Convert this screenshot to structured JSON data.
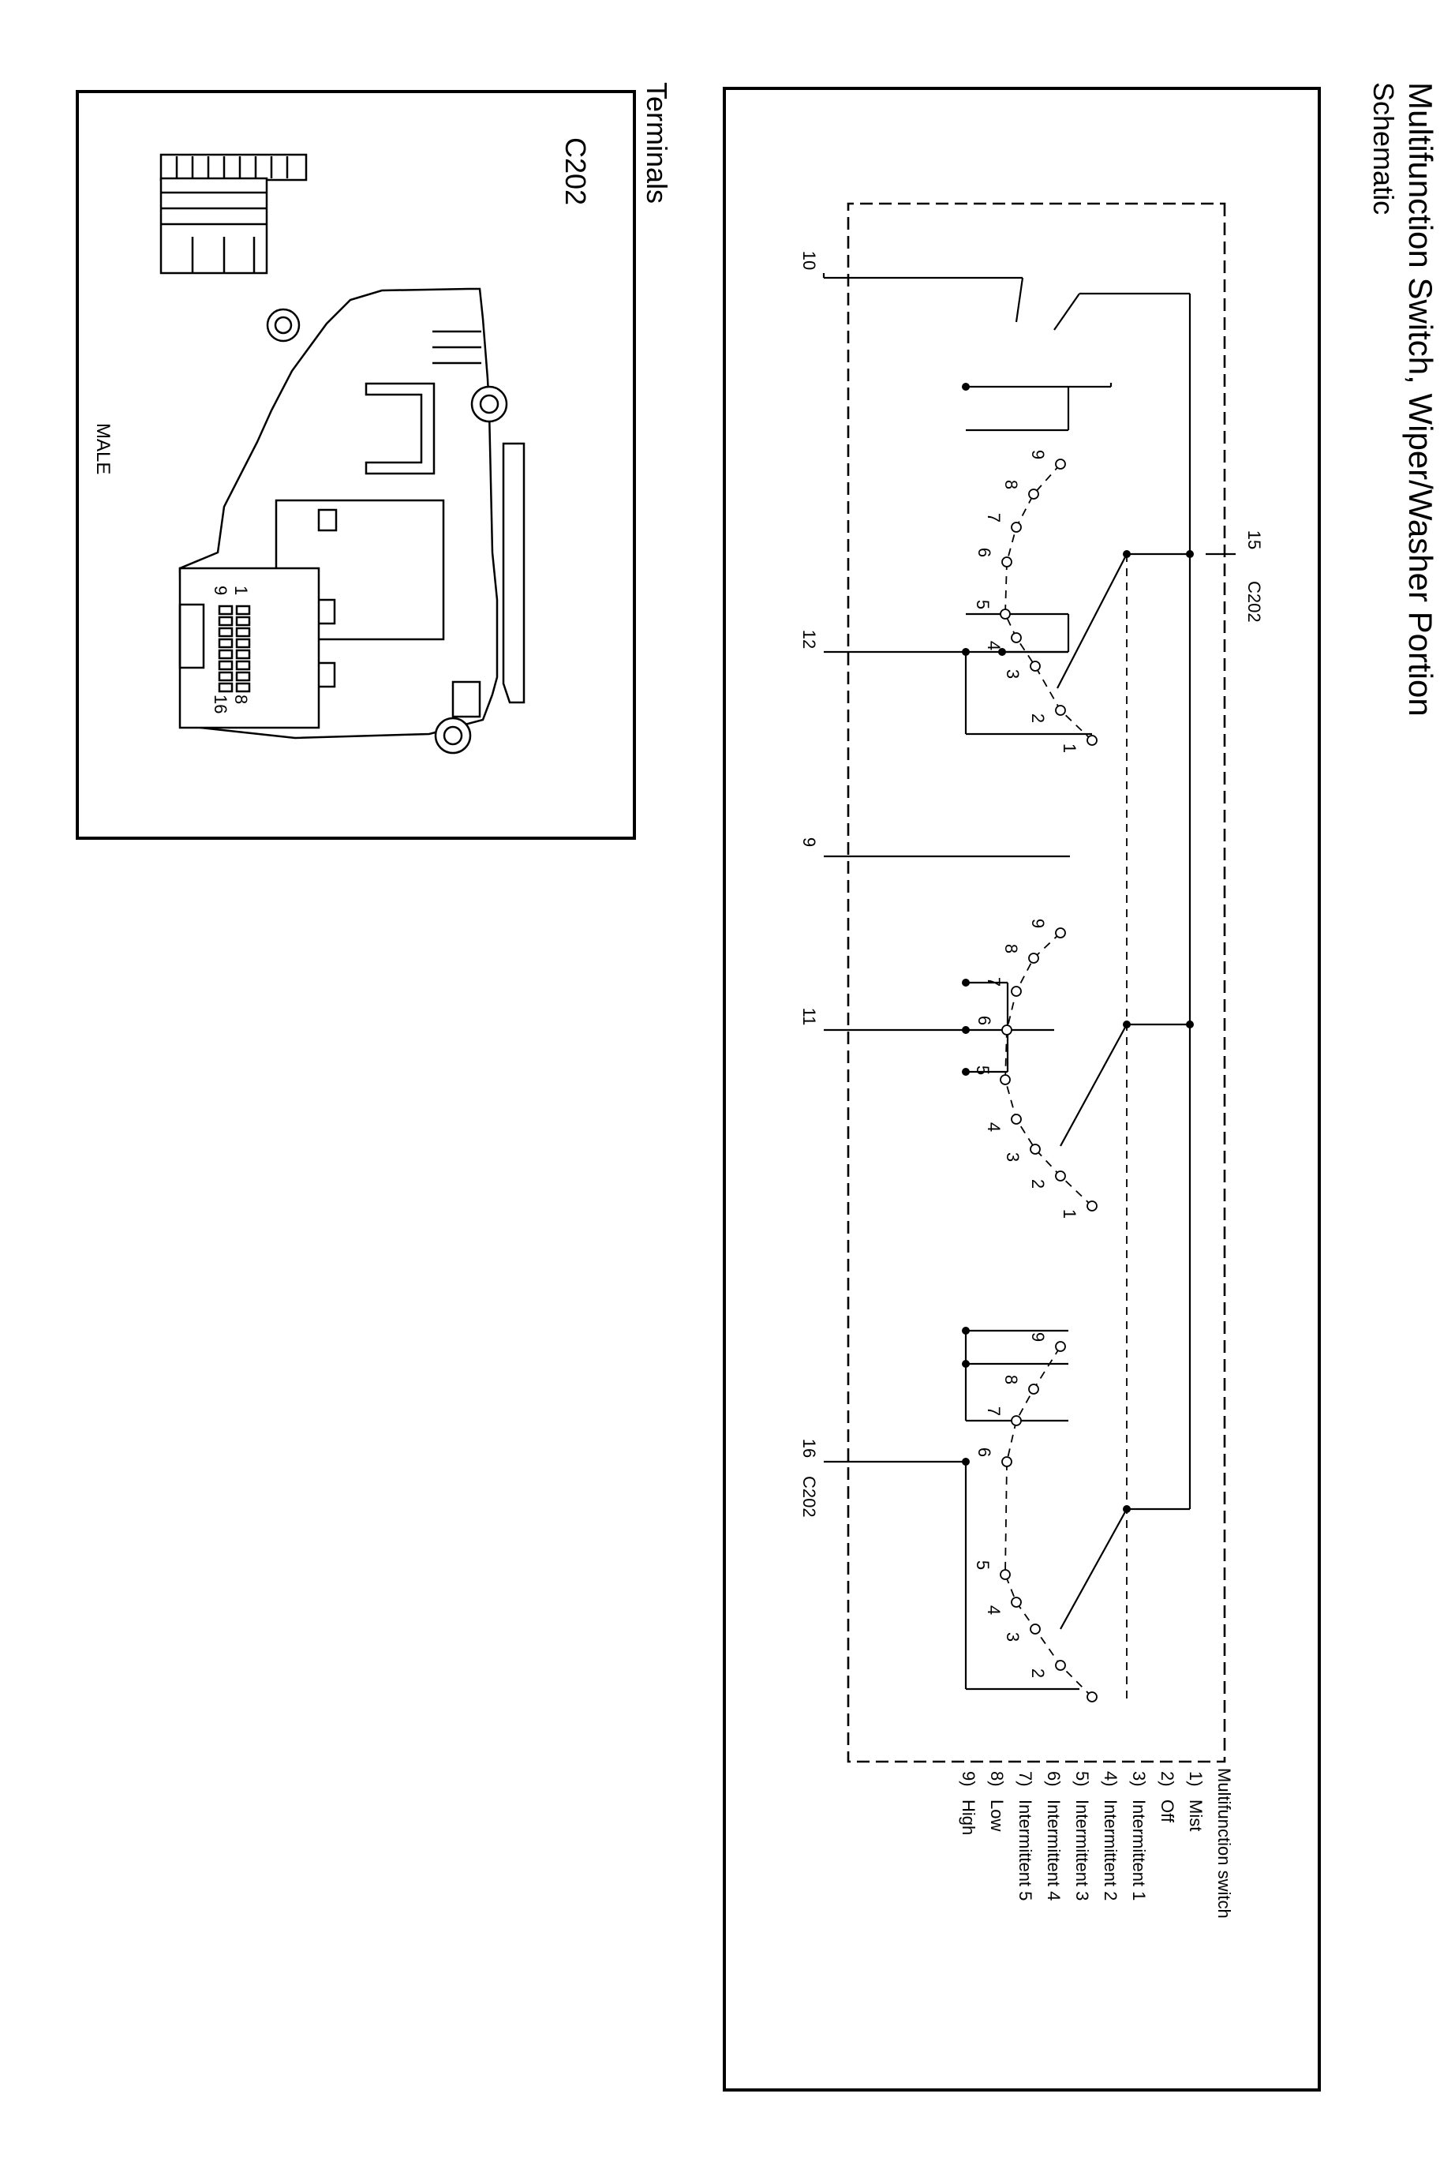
{
  "title": "Multifunction Switch, Wiper/Washer Portion",
  "subtitle": "Schematic",
  "terminals_heading": "Terminals",
  "connector": {
    "name": "C202",
    "gender": "MALE",
    "cavity_labels": [
      "1",
      "8",
      "9",
      "16"
    ]
  },
  "schematic": {
    "connector_tag": "C202",
    "wires": [
      {
        "pin": "10",
        "connector": ""
      },
      {
        "pin": "12",
        "connector": ""
      },
      {
        "pin": "9",
        "connector": ""
      },
      {
        "pin": "11",
        "connector": ""
      },
      {
        "pin": "16",
        "connector": "C202"
      },
      {
        "pin": "15",
        "connector": "C202"
      }
    ],
    "positions": [
      "1",
      "2",
      "3",
      "4",
      "5",
      "6",
      "7",
      "8",
      "9"
    ]
  },
  "legend": {
    "title": "Multifunction switch",
    "items": [
      {
        "num": "1)",
        "label": "Mist"
      },
      {
        "num": "2)",
        "label": "Off"
      },
      {
        "num": "3)",
        "label": "Intermittent 1"
      },
      {
        "num": "4)",
        "label": "Intermittent 2"
      },
      {
        "num": "5)",
        "label": "Intermittent 3"
      },
      {
        "num": "6)",
        "label": "Intermittent 4"
      },
      {
        "num": "7)",
        "label": "Intermittent 5"
      },
      {
        "num": "8)",
        "label": "Low"
      },
      {
        "num": "9)",
        "label": "High"
      }
    ]
  }
}
